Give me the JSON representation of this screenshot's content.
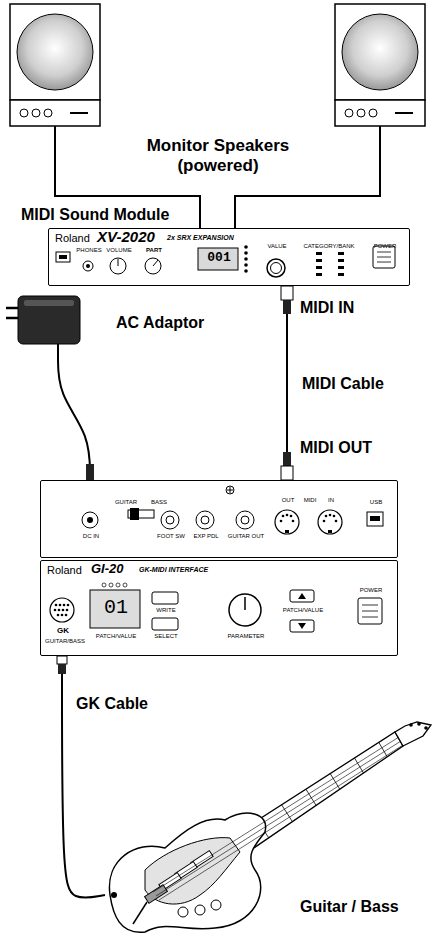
{
  "diagram": {
    "nodes": [
      {
        "text": [
          "MIDI Sound Module",
          "Roland",
          "XV-2020",
          "2x SRX EXPANSION",
          "PHONES",
          "VOLUME",
          "PART",
          "001",
          "VALUE",
          "CATEGORY/BANK",
          "POWER"
        ]
      },
      {
        "text": [
          "AC Adaptor"
        ]
      },
      {
        "text": [
          "DC IN",
          "GUITAR",
          "BASS",
          "FOOT SW",
          "EXP PDL",
          "GUITAR OUT",
          "OUT",
          "MIDI",
          "IN",
          "USB"
        ]
      },
      {
        "text": [
          "Roland",
          "GI-20",
          "GK-MIDI INTERFACE",
          "GK",
          "GUITAR/BASS",
          "01",
          "PATCH/VALUE",
          "WRITE",
          "SELECT",
          "PARAMETER",
          "PATCH/VALUE",
          "POWER"
        ]
      },
      {
        "text": [
          "Guitar / Bass"
        ]
      }
    ],
    "edges": [
      {
        "from": 1,
        "to": 2,
        "arrow": "none"
      },
      {
        "from": 2,
        "to": 0,
        "label": "MIDI Cable",
        "arrow": "none"
      },
      {
        "from": 3,
        "to": 4,
        "label": "GK Cable",
        "arrow": "none"
      }
    ],
    "labels": [
      "Monitor Speakers (powered)",
      "MIDI IN",
      "MIDI OUT"
    ]
  }
}
